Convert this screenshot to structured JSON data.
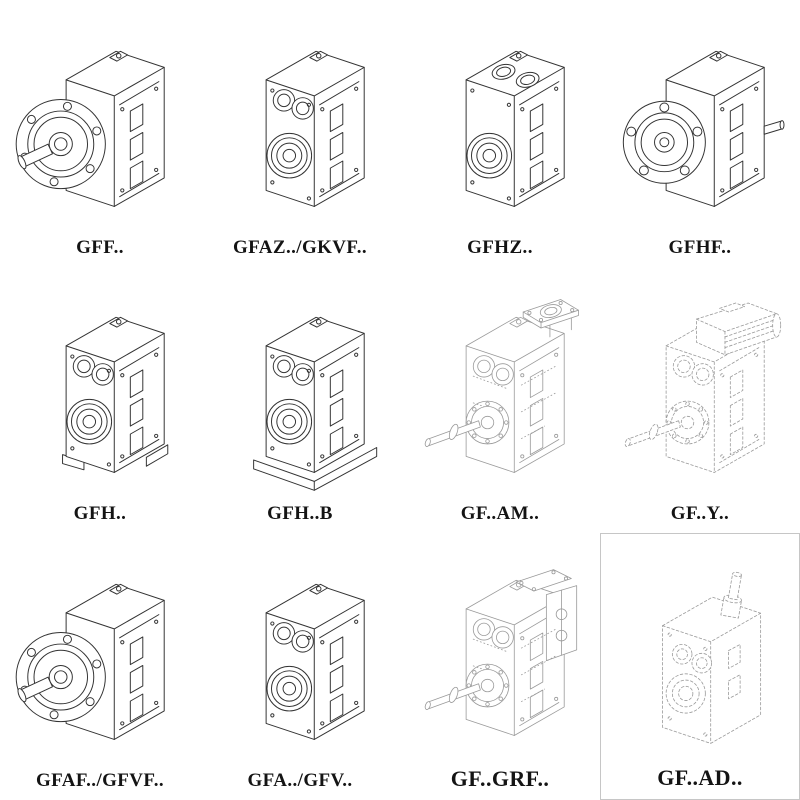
{
  "page": {
    "background": "#ffffff"
  },
  "colors": {
    "ink": "#333333",
    "ink_light": "#9a9a9a",
    "label": "#141414"
  },
  "cells": [
    {
      "label": "GFF..",
      "drawing": "flange-mounted-gearbox"
    },
    {
      "label": "GFAZ../GKVF..",
      "drawing": "hollow-shaft-gearbox"
    },
    {
      "label": "GFHZ..",
      "drawing": "hollow-shaft-gearbox-top-bores"
    },
    {
      "label": "GFHF..",
      "drawing": "flange-mounted-gearbox-input-stub"
    },
    {
      "label": "GFH..",
      "drawing": "foot-mounted-gearbox"
    },
    {
      "label": "GFH..B",
      "drawing": "foot-mounted-gearbox-baseplate"
    },
    {
      "label": "GF..AM..",
      "drawing": "gearbox-motor-adapter-flange"
    },
    {
      "label": "GF..Y..",
      "drawing": "gearbox-with-motor"
    },
    {
      "label": "GFAF../GFVF..",
      "drawing": "flange-mounted-gearbox"
    },
    {
      "label": "GFA../GFV..",
      "drawing": "hollow-shaft-gearbox"
    },
    {
      "label": "GF..GRF..",
      "drawing": "gearbox-with-adapter-housing"
    },
    {
      "label": "GF..AD..",
      "drawing": "gearbox-vertical-input-shaft"
    }
  ]
}
